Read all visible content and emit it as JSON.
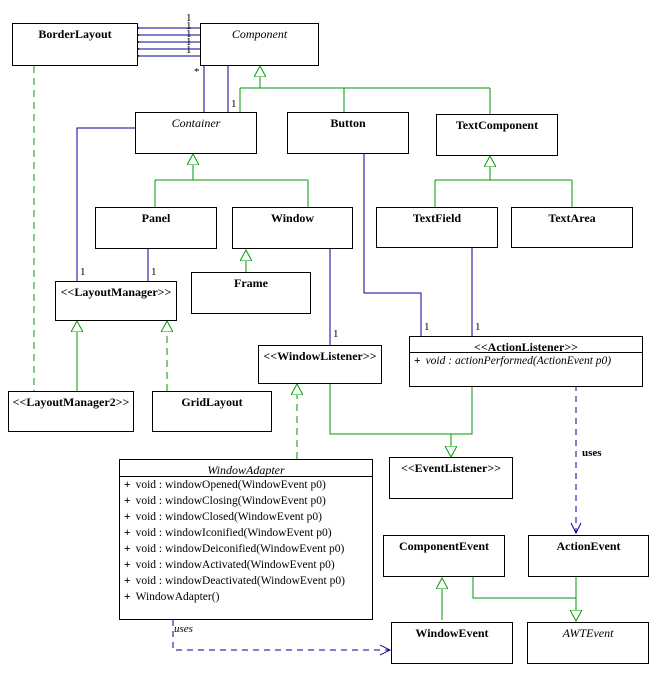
{
  "classes": {
    "border_layout": "BorderLayout",
    "component": "Component",
    "container": "Container",
    "button": "Button",
    "text_component": "TextComponent",
    "panel": "Panel",
    "window": "Window",
    "text_field": "TextField",
    "text_area": "TextArea",
    "layout_manager": "<<LayoutManager>>",
    "frame": "Frame",
    "window_listener": "<<WindowListener>>",
    "action_listener": "<<ActionListener>>",
    "layout_manager2": "<<LayoutManager2>>",
    "grid_layout": "GridLayout",
    "window_adapter": "WindowAdapter",
    "event_listener": "<<EventListener>>",
    "component_event": "ComponentEvent",
    "action_event": "ActionEvent",
    "window_event": "WindowEvent",
    "awt_event": "AWTEvent"
  },
  "operations": {
    "action_listener": [
      "void : actionPerformed(ActionEvent p0)"
    ],
    "window_adapter": [
      "void : windowOpened(WindowEvent p0)",
      "void : windowClosing(WindowEvent p0)",
      "void : windowClosed(WindowEvent p0)",
      "void : windowIconified(WindowEvent p0)",
      "void : windowDeiconified(WindowEvent p0)",
      "void : windowActivated(WindowEvent p0)",
      "void : windowDeactivated(WindowEvent p0)",
      "WindowAdapter()"
    ]
  },
  "operation_marker": "+",
  "multiplicities": {
    "one": "1",
    "many": "*"
  },
  "labels": {
    "uses": "uses"
  },
  "colors": {
    "generalization": "#009900",
    "association": "#000099",
    "dependency": "#009900",
    "uses": "#000099",
    "box_border": "#000000"
  }
}
